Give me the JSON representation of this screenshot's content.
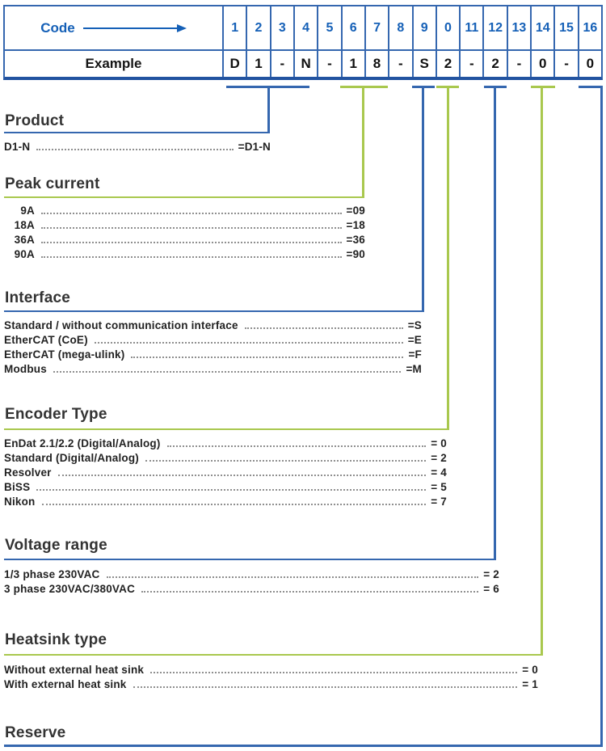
{
  "colors": {
    "blue_line": "#3567af",
    "blue_dark": "#2253a0",
    "blue_text": "#1560b7",
    "green_line": "#a9c84e",
    "text_dark": "#2b2b2b",
    "leader_gray": "#8f8f8f"
  },
  "table": {
    "code_label": "Code",
    "example_label": "Example",
    "columns": [
      "1",
      "2",
      "3",
      "4",
      "5",
      "6",
      "7",
      "8",
      "9",
      "0",
      "11",
      "12",
      "13",
      "14",
      "15",
      "16"
    ],
    "example": [
      "D",
      "1",
      "-",
      "N",
      "-",
      "1",
      "8",
      "-",
      "S",
      "2",
      "-",
      "2",
      "-",
      "0",
      "-",
      "0"
    ]
  },
  "sections": [
    {
      "title": "Product",
      "line_color": "blue",
      "items": [
        {
          "label": "D1-N",
          "value": "=D1-N"
        }
      ]
    },
    {
      "title": "Peak current",
      "line_color": "green",
      "items": [
        {
          "label": "9A",
          "value": "=09"
        },
        {
          "label": "18A",
          "value": "=18"
        },
        {
          "label": "36A",
          "value": "=36"
        },
        {
          "label": "90A",
          "value": "=90"
        }
      ]
    },
    {
      "title": "Interface",
      "line_color": "blue",
      "items": [
        {
          "label": "Standard / without communication interface",
          "value": "=S"
        },
        {
          "label": "EtherCAT (CoE)",
          "value": "=E"
        },
        {
          "label": "EtherCAT (mega-ulink)",
          "value": "=F"
        },
        {
          "label": "Modbus",
          "value": "=M"
        }
      ]
    },
    {
      "title": "Encoder Type",
      "line_color": "green",
      "items": [
        {
          "label": "EnDat 2.1/2.2 (Digital/Analog)",
          "value": "= 0"
        },
        {
          "label": "Standard (Digital/Analog)",
          "value": "= 2"
        },
        {
          "label": "Resolver",
          "value": "= 4"
        },
        {
          "label": "BiSS",
          "value": "= 5"
        },
        {
          "label": "Nikon",
          "value": "= 7"
        }
      ]
    },
    {
      "title": "Voltage range",
      "line_color": "blue",
      "items": [
        {
          "label": "1/3 phase 230VAC",
          "value": "= 2"
        },
        {
          "label": "3 phase 230VAC/380VAC",
          "value": "= 6"
        }
      ]
    },
    {
      "title": "Heatsink type",
      "line_color": "green",
      "items": [
        {
          "label": "Without external heat sink",
          "value": "= 0"
        },
        {
          "label": "With external heat sink",
          "value": "= 1"
        }
      ]
    },
    {
      "title": "Reserve",
      "line_color": "blue",
      "items": []
    }
  ]
}
